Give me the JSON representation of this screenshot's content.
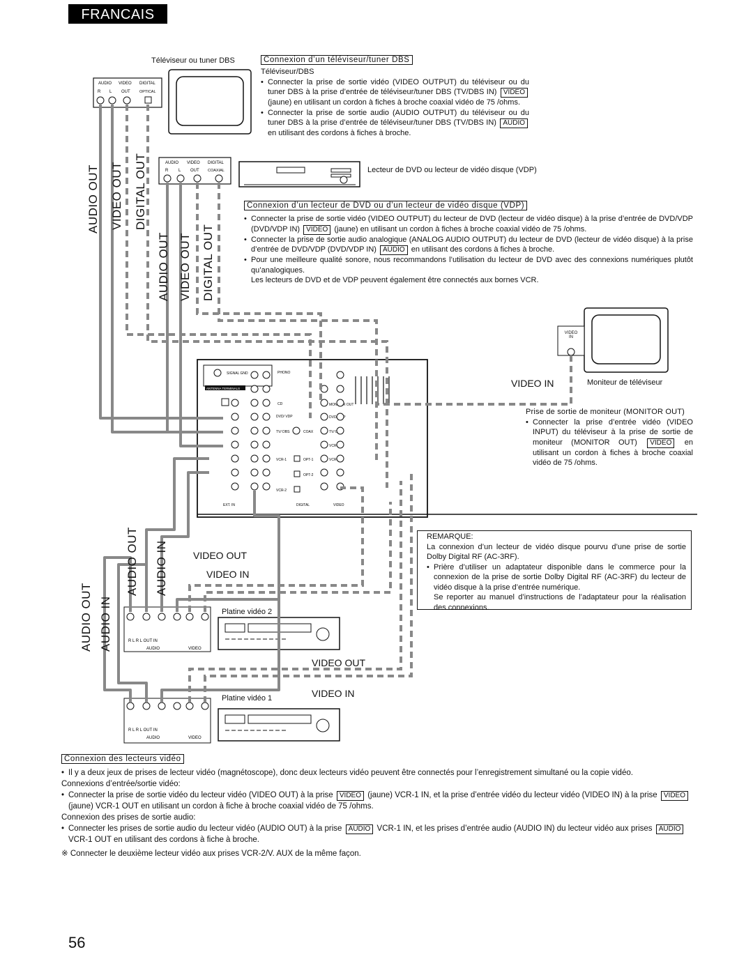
{
  "header": {
    "language": "FRANCAIS"
  },
  "tv_section": {
    "device_caption": "Téléviseur ou tuner DBS",
    "title": "Connexion d’un téléviseur/tuner DBS",
    "subtitle": "Téléviseur/DBS",
    "b1_pre": "Connecter la prise de sortie vidéo (VIDEO OUTPUT) du téléviseur ou du tuner DBS à la prise d’entrée de téléviseur/tuner DBS (TV/DBS IN)",
    "b1_tag": "VIDEO",
    "b1_post": "(jaune) en utilisant un cordon à fiches à broche coaxial vidéo de 75 /ohms.",
    "b2_pre": "Connecter la prise de sortie audio (AUDIO OUTPUT) du téléviseur ou du tuner DBS à la prise d’entrée de téléviseur/tuner DBS (TV/DBS IN)",
    "b2_tag": "AUDIO",
    "b2_post": "en utilisant des cordons à fiches à broche."
  },
  "dvd_section": {
    "device_caption": "Lecteur de DVD ou lecteur de vidéo disque (VDP)",
    "title": "Connexion d’un lecteur de DVD ou d’un lecteur de vidéo disque (VDP)",
    "b1_pre": "Connecter la prise de sortie vidéo (VIDEO OUTPUT) du lecteur de DVD (lecteur de vidéo disque) à la prise d’entrée de DVD/VDP (DVD/VDP IN)",
    "b1_tag": "VIDEO",
    "b1_post": "(jaune) en utilisant un cordon à fiches à broche coaxial vidéo de 75 /ohms.",
    "b2_pre": "Connecter la prise de sortie audio analogique (ANALOG AUDIO OUTPUT) du lecteur de DVD (lecteur de vidéo disque) à la prise d’entrée de DVD/VDP (DVD/VDP IN)",
    "b2_tag": "AUDIO",
    "b2_post": "en utilisant des cordons à fiches à broche.",
    "b3": "Pour une meilleure qualité sonore, nous recommandons l’utilisation du lecteur de DVD avec des connexions numériques plutôt qu’analogiques.",
    "note": "Les lecteurs de DVD et de VDP peuvent également être connectés aux bornes VCR."
  },
  "monitor_section": {
    "device_caption": "Moniteur de téléviseur",
    "video_in_label": "VIDEO IN",
    "jack_label_1": "VIDEO",
    "jack_label_2": "IN",
    "title": "Prise de sortie de moniteur (MONITOR OUT)",
    "b1_pre": "Connecter la prise d’entrée vidéo (VIDEO INPUT) du téléviseur à la prise de sortie de moniteur (MONITOR OUT)",
    "b1_tag": "VIDEO",
    "b1_post": "en utilisant un cordon à fiches à broche coaxial vidéo de 75 /ohms."
  },
  "remark": {
    "title": "REMARQUE:",
    "p1": "La connexion d’un lecteur de vidéo disque pourvu d’une prise de sortie Dolby Digital RF (AC-3RF).",
    "b1": "Prière d’utiliser un adaptateur disponible dans le commerce pour la connexion de la prise de sortie Dolby Digital RF (AC-3RF) du lecteur de vidéo disque à la prise d’entrée numérique.",
    "p2": "Se reporter au manuel d’instructions de l’adaptateur pour la réalisation des connexions."
  },
  "diagram_labels": {
    "tv_audio_out": "AUDIO OUT",
    "tv_video_out": "VIDEO OUT",
    "tv_digital_out": "DIGITAL OUT",
    "dvd_audio_out": "AUDIO OUT",
    "dvd_video_out": "VIDEO OUT",
    "dvd_digital_out": "DIGITAL OUT",
    "vcr_audio_out_a": "AUDIO OUT",
    "vcr_audio_in_a": "AUDIO IN",
    "vcr_audio_out_b": "AUDIO OUT",
    "vcr_audio_in_b": "AUDIO IN",
    "vcr2_video_out": "VIDEO OUT",
    "vcr2_video_in": "VIDEO IN",
    "vcr1_video_out": "VIDEO OUT",
    "vcr1_video_in": "VIDEO IN",
    "vcr2_caption": "Platine vidéo 2",
    "vcr1_caption": "Platine vidéo 1"
  },
  "panel_labels": {
    "audio": "AUDIO",
    "video": "VIDEO",
    "digital": "DIGITAL",
    "out": "OUT",
    "optical": "OPTICAL",
    "coaxial": "COAXIAL",
    "r": "R",
    "l": "L",
    "in": "IN",
    "antenna": "ANTENNA TERMINALS",
    "phono": "PHONO",
    "cd": "CD",
    "dvd": "DVD/ VDP",
    "tv": "TV/ DBS",
    "vcr1": "VCR-1",
    "vcr2": "VCR-2",
    "coax": "COAX",
    "opt1": "OPT-1",
    "opt2": "OPT-2",
    "monitor": "MONITOR OUT",
    "ext_in": "EXT. IN",
    "signal_gnd": "SIGNAL GND"
  },
  "vcr_section": {
    "title": "Connexion des lecteurs vidéo",
    "b1": "Il y a deux jeux de prises de lecteur vidéo (magnétoscope), donc deux lecteurs vidéo peuvent être connectés pour l’enregistrement simultané ou la copie vidéo.",
    "sub1": "Connexions d’entrée/sortie vidéo:",
    "b2_pre": "Connecter la prise de sortie vidéo du lecteur vidéo (VIDEO OUT) à la prise",
    "b2_tag1": "VIDEO",
    "b2_mid": "(jaune) VCR-1 IN, et la prise d’entrée vidéo du lecteur vidéo (VIDEO IN) à la prise",
    "b2_tag2": "VIDEO",
    "b2_post": "(jaune) VCR-1 OUT en utilisant un cordon à fiche à broche coaxial vidéo de 75 /ohms.",
    "sub2": "Connexion des prises de sortie audio:",
    "b3_pre": "Connecter les prises de sortie audio du lecteur vidéo (AUDIO OUT) à la prise",
    "b3_tag1": "AUDIO",
    "b3_mid": "VCR-1 IN, et les prises d’entrée audio (AUDIO IN) du lecteur vidéo aux prises",
    "b3_tag2": "AUDIO",
    "b3_post": "VCR-1 OUT en utilisant des cordons à fiche à broche.",
    "note_mark": "※",
    "note": "Connecter le deuxième lecteur vidéo aux prises VCR-2/V. AUX de la même façon."
  },
  "page_number": "56"
}
